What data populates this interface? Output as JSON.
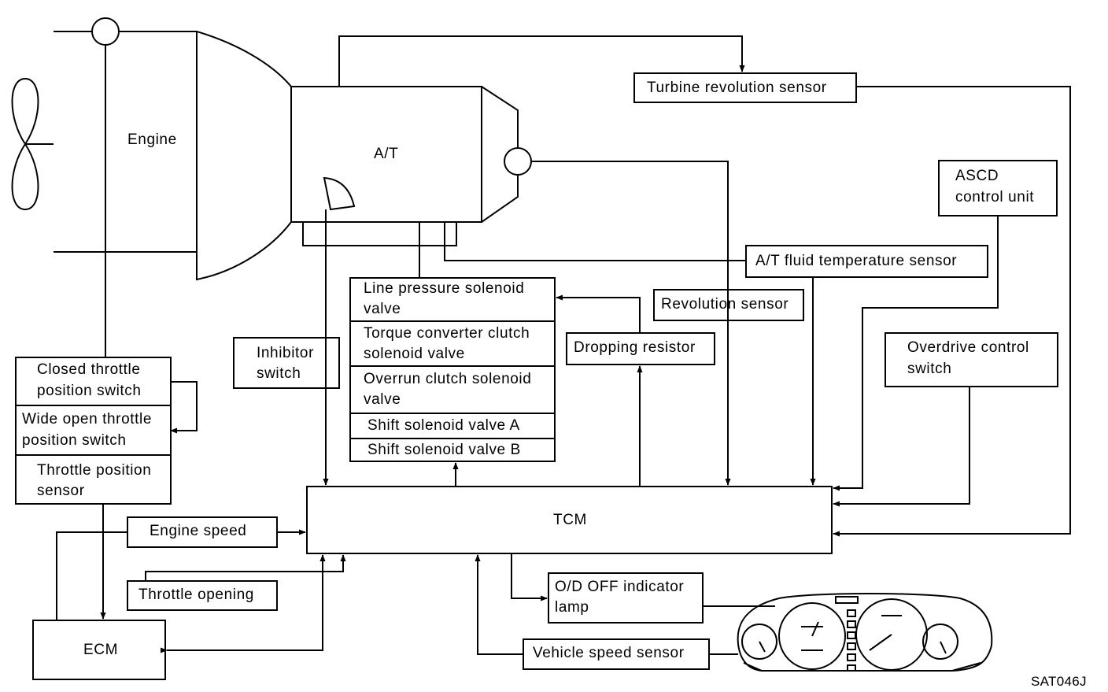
{
  "components": {
    "engine": "Engine",
    "at": "A/T",
    "turbine_sensor": "Turbine revolution sensor",
    "ascd_line1": "ASCD",
    "ascd_line2": "control unit",
    "fluid_temp_sensor": "A/T fluid temperature sensor",
    "revolution_sensor": "Revolution sensor",
    "overdrive_line1": "Overdrive control",
    "overdrive_line2": "switch",
    "dropping_resistor": "Dropping resistor",
    "inhibitor_line1": "Inhibitor",
    "inhibitor_line2": "switch",
    "solenoids": [
      {
        "line1": "Line pressure solenoid",
        "line2": "valve"
      },
      {
        "line1": "Torque converter clutch",
        "line2": "solenoid valve"
      },
      {
        "line1": "Overrun clutch solenoid",
        "line2": "valve"
      },
      {
        "line1": "Shift solenoid valve A",
        "line2": ""
      },
      {
        "line1": "Shift solenoid valve B",
        "line2": ""
      }
    ],
    "closed_throttle_line1": "Closed throttle",
    "closed_throttle_line2": "position switch",
    "wide_open_line1": "Wide open throttle",
    "wide_open_line2": "position switch",
    "tps_line1": "Throttle position",
    "tps_line2": "sensor",
    "tcm": "TCM",
    "engine_speed": "Engine speed",
    "throttle_opening": "Throttle opening",
    "ecm": "ECM",
    "od_off_line1": "O/D OFF indicator",
    "od_off_line2": "lamp",
    "vehicle_speed_sensor": "Vehicle speed sensor"
  },
  "figure_id": "SAT046J"
}
